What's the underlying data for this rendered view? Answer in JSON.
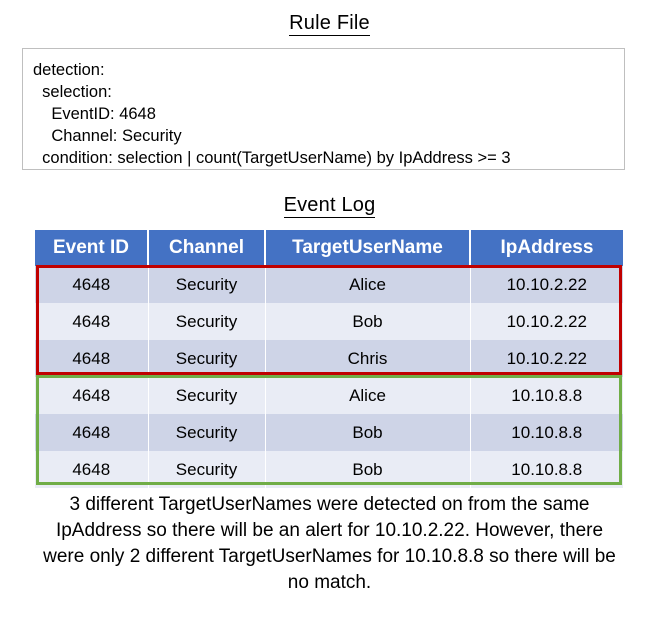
{
  "rule_file": {
    "title": "Rule File",
    "lines": [
      "detection:",
      "  selection:",
      "    EventID: 4648",
      "    Channel: Security",
      "  condition: selection | count(TargetUserName) by IpAddress >= 3"
    ]
  },
  "event_log": {
    "title": "Event Log",
    "columns": [
      "Event ID",
      "Channel",
      "TargetUserName",
      "IpAddress"
    ],
    "rows": [
      [
        "4648",
        "Security",
        "Alice",
        "10.10.2.22"
      ],
      [
        "4648",
        "Security",
        "Bob",
        "10.10.2.22"
      ],
      [
        "4648",
        "Security",
        "Chris",
        "10.10.2.22"
      ],
      [
        "4648",
        "Security",
        "Alice",
        "10.10.8.8"
      ],
      [
        "4648",
        "Security",
        "Bob",
        "10.10.8.8"
      ],
      [
        "4648",
        "Security",
        "Bob",
        "10.10.8.8"
      ]
    ],
    "highlights": {
      "match_group_color": "#C00000",
      "no_match_group_color": "#70AD47",
      "header_color": "#4472C4",
      "row_band_dark": "#CED4E7",
      "row_band_light": "#E9ECF5"
    }
  },
  "caption": {
    "text": "3 different TargetUserNames were detected on from the same IpAddress so there will be an alert for 10.10.2.22. However, there were only 2 different TargetUserNames for 10.10.8.8 so there will be no match."
  }
}
